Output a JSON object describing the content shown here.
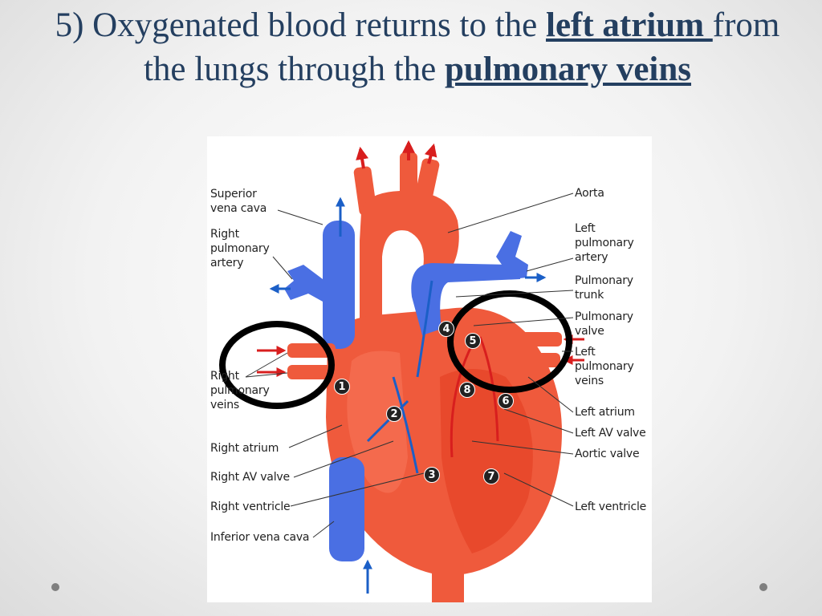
{
  "slide": {
    "title_prefix": "5) Oxygenated blood returns to the ",
    "title_emph1": "left atrium ",
    "title_mid": "from the lungs through the ",
    "title_emph2": "pulmonary veins"
  },
  "diagram": {
    "labels": {
      "superior_vena_cava": "Superior vena cava",
      "right_pulmonary_artery": "Right pulmonary artery",
      "right_pulmonary_veins": "Right pulmonary veins",
      "right_atrium": "Right atrium",
      "right_av_valve": "Right AV valve",
      "right_ventricle": "Right ventricle",
      "inferior_vena_cava": "Inferior vena cava",
      "aorta": "Aorta",
      "left_pulmonary_artery": "Left pulmonary artery",
      "pulmonary_trunk": "Pulmonary trunk",
      "pulmonary_valve": "Pulmonary valve",
      "left_pulmonary_veins": "Left pulmonary veins",
      "left_atrium": "Left atrium",
      "left_av_valve": "Left AV valve",
      "aortic_valve": "Aortic valve",
      "left_ventricle": "Left ventricle"
    },
    "markers": [
      "1",
      "2",
      "3",
      "4",
      "5",
      "6",
      "7",
      "8"
    ],
    "colors": {
      "oxygenated": "#ef5a3c",
      "deoxygenated": "#4a6fe3",
      "highlight_ring": "#000000",
      "title": "#243f60"
    }
  }
}
